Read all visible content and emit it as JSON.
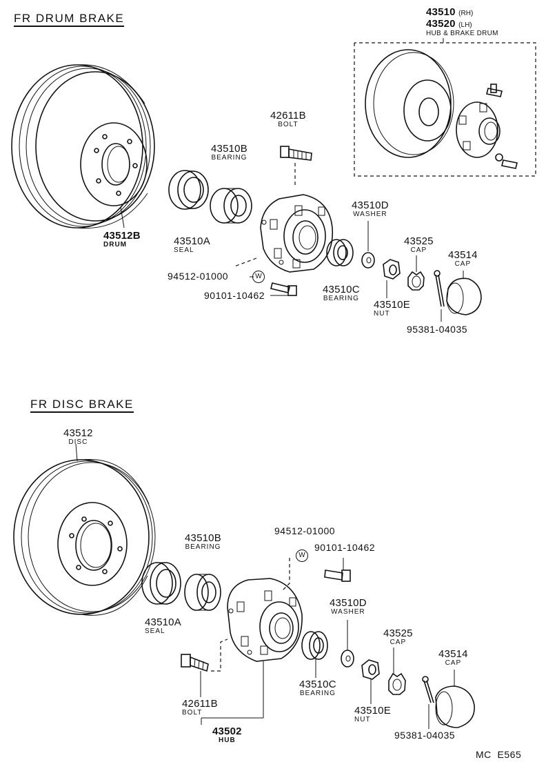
{
  "sections": {
    "drum": "FR DRUM BRAKE",
    "disc": "FR DISC BRAKE"
  },
  "drum_parts": {
    "assy_rh": {
      "number": "43510",
      "side": "(RH)"
    },
    "assy_lh": {
      "number": "43520",
      "side": "(LH)"
    },
    "assy_name": "HUB & BRAKE DRUM",
    "bolt": {
      "number": "42611B",
      "name": "BOLT"
    },
    "bearing_outer": {
      "number": "43510B",
      "name": "BEARING"
    },
    "drum": {
      "number": "43512B",
      "name": "DRUM"
    },
    "seal": {
      "number": "43510A",
      "name": "SEAL"
    },
    "washer": {
      "number": "43510D",
      "name": "WASHER"
    },
    "cap": {
      "number": "43525",
      "name": "CAP"
    },
    "grease_cap": {
      "number": "43514",
      "name": "CAP"
    },
    "lock_washer": {
      "number": "94512-01000"
    },
    "hub_bolt": {
      "number": "90101-10462"
    },
    "bearing_inner": {
      "number": "43510C",
      "name": "BEARING"
    },
    "nut": {
      "number": "43510E",
      "name": "NUT"
    },
    "cotter_pin": {
      "number": "95381-04035"
    }
  },
  "disc_parts": {
    "disc": {
      "number": "43512",
      "name": "DISC"
    },
    "bearing_outer": {
      "number": "43510B",
      "name": "BEARING"
    },
    "lock_washer": {
      "number": "94512-01000"
    },
    "hub_bolt": {
      "number": "90101-10462"
    },
    "washer": {
      "number": "43510D",
      "name": "WASHER"
    },
    "seal": {
      "number": "43510A",
      "name": "SEAL"
    },
    "cap": {
      "number": "43525",
      "name": "CAP"
    },
    "grease_cap": {
      "number": "43514",
      "name": "CAP"
    },
    "bolt": {
      "number": "42611B",
      "name": "BOLT"
    },
    "bearing_inner": {
      "number": "43510C",
      "name": "BEARING"
    },
    "nut": {
      "number": "43510E",
      "name": "NUT"
    },
    "hub": {
      "number": "43502",
      "name": "HUB"
    },
    "cotter_pin": {
      "number": "95381-04035"
    }
  },
  "washer_symbol": "W",
  "footer_code": "MC  E565"
}
